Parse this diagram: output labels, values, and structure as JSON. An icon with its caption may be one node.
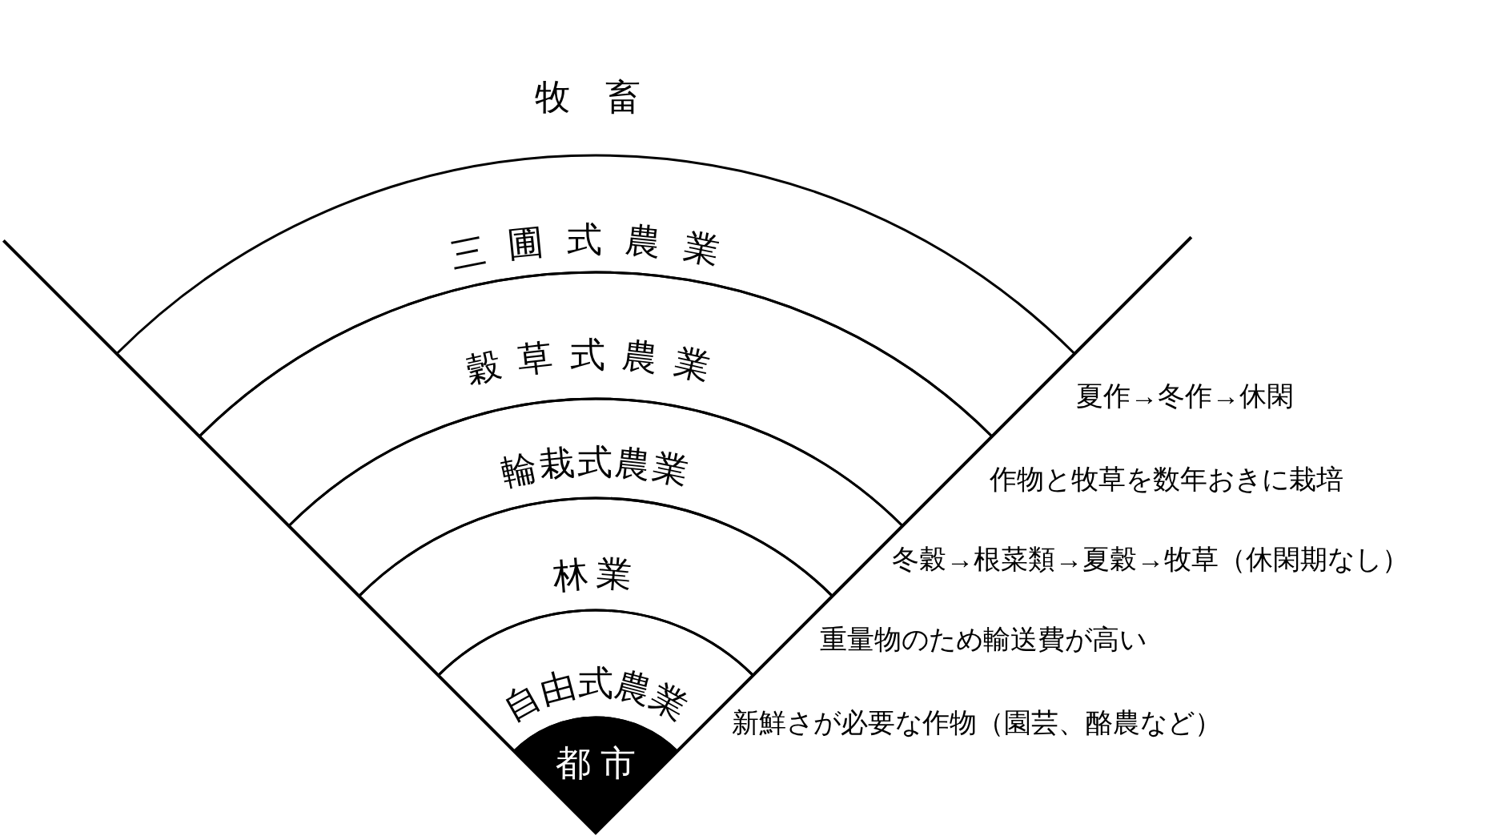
{
  "diagram": {
    "nodes": [
      {
        "text": [
          "三圃式農業"
        ]
      },
      {
        "text": [
          "穀草式農業"
        ]
      },
      {
        "text": [
          "輪栽式農業"
        ]
      },
      {
        "text": [
          "林業"
        ]
      },
      {
        "text": [
          "自由式農業"
        ]
      },
      {
        "text": [
          "都市"
        ]
      }
    ],
    "labels": [
      "牧畜",
      "夏作→冬作→休閑",
      "作物と牧草を数年おきに栽培",
      "冬穀→根菜類→夏穀→牧草（休閑期なし）",
      "重量物のため輸送費が高い",
      "新鮮さが必要な作物（園芸、酪農など）"
    ]
  }
}
